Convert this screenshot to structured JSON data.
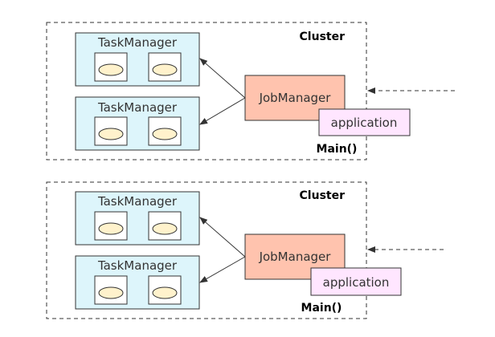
{
  "colors": {
    "taskmanager_fill": "#DDF5FB",
    "taskmanager_stroke": "#333333",
    "slot_fill": "#FFF2CC",
    "jobmanager_fill": "#FFC3AE",
    "application_fill": "#FFE6FF",
    "border": "#333333"
  },
  "clusters": [
    {
      "label": "Cluster",
      "taskmanagers": [
        {
          "label": "TaskManager"
        },
        {
          "label": "TaskManager"
        }
      ],
      "jobmanager": {
        "label": "JobManager"
      },
      "application": {
        "label": "application"
      },
      "main_label": "Main()"
    },
    {
      "label": "Cluster",
      "taskmanagers": [
        {
          "label": "TaskManager"
        },
        {
          "label": "TaskManager"
        }
      ],
      "jobmanager": {
        "label": "JobManager"
      },
      "application": {
        "label": "application"
      },
      "main_label": "Main()"
    }
  ]
}
